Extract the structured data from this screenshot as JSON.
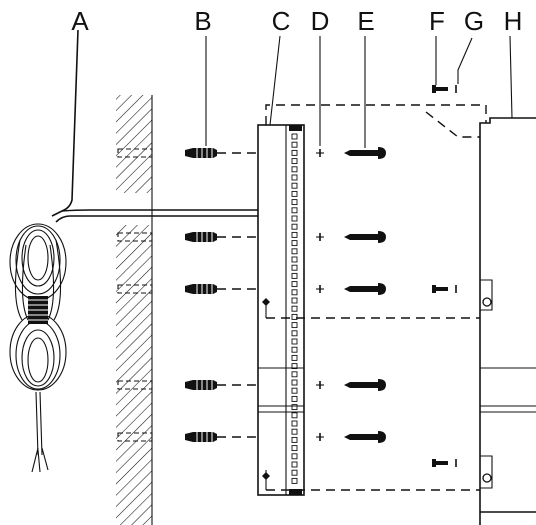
{
  "labels": {
    "A": "A",
    "B": "B",
    "C": "C",
    "D": "D",
    "E": "E",
    "F": "F",
    "G": "G",
    "H": "H"
  },
  "colors": {
    "line": "#111111",
    "background": "#ffffff"
  }
}
